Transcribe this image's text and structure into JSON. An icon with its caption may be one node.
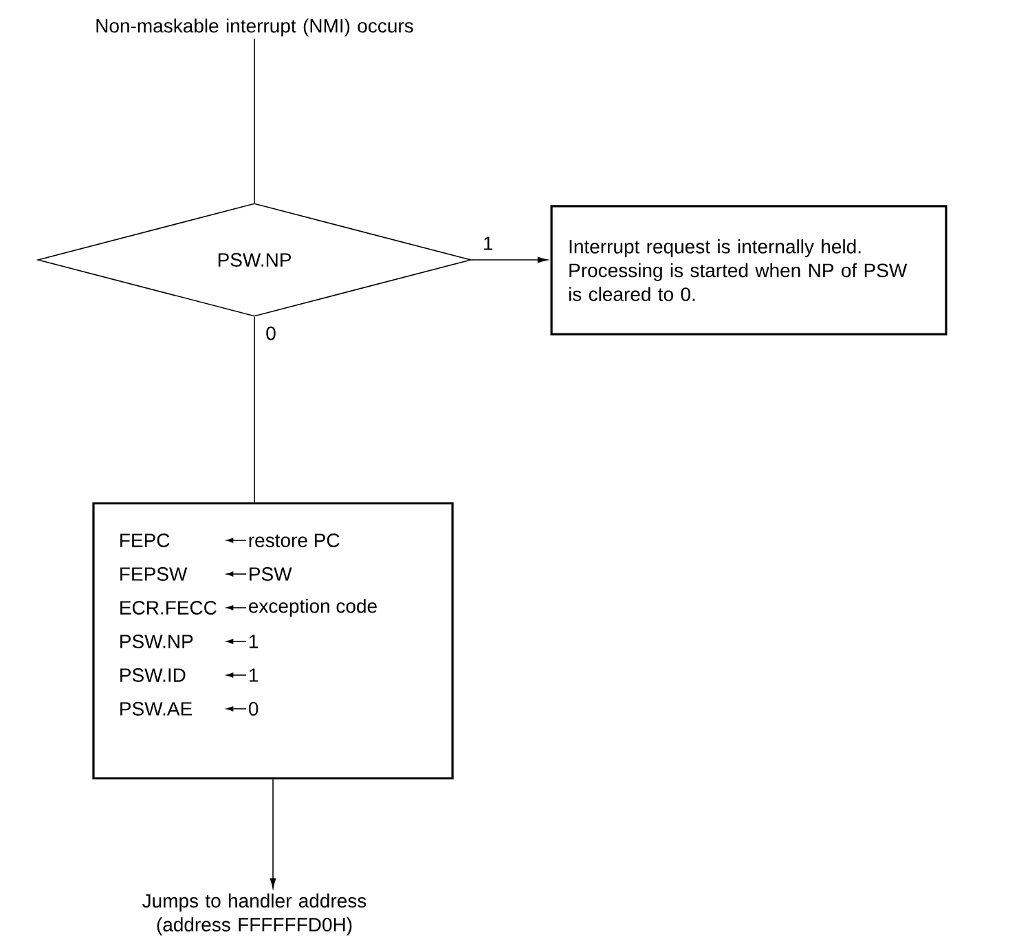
{
  "diagram": {
    "nodes": [
      {
        "text": [
          "Non-maskable interrupt (NMI) occurs"
        ]
      },
      {
        "text": [
          "PSW.NP"
        ]
      },
      {
        "text": [
          "Interrupt request is internally held. Processing is started when NP of PSW is cleared to 0."
        ]
      },
      {
        "text": [
          "FEPC",
          "restore PC",
          "FEPSW",
          "PSW",
          "ECR.FECC",
          "exception code",
          "PSW.NP",
          "1",
          "PSW.ID",
          "1",
          "PSW.AE",
          "0"
        ]
      },
      {
        "text": [
          "Jumps to handler address (address FFFFFFD0H)"
        ]
      }
    ],
    "edges": [
      {
        "from": 0,
        "to": 1,
        "arrow": "none"
      },
      {
        "from": 1,
        "to": 2,
        "arrow": "to",
        "label": "1"
      },
      {
        "from": 1,
        "to": 3,
        "arrow": "none",
        "label": "0"
      },
      {
        "from": 3,
        "to": 4,
        "arrow": "to"
      }
    ]
  }
}
